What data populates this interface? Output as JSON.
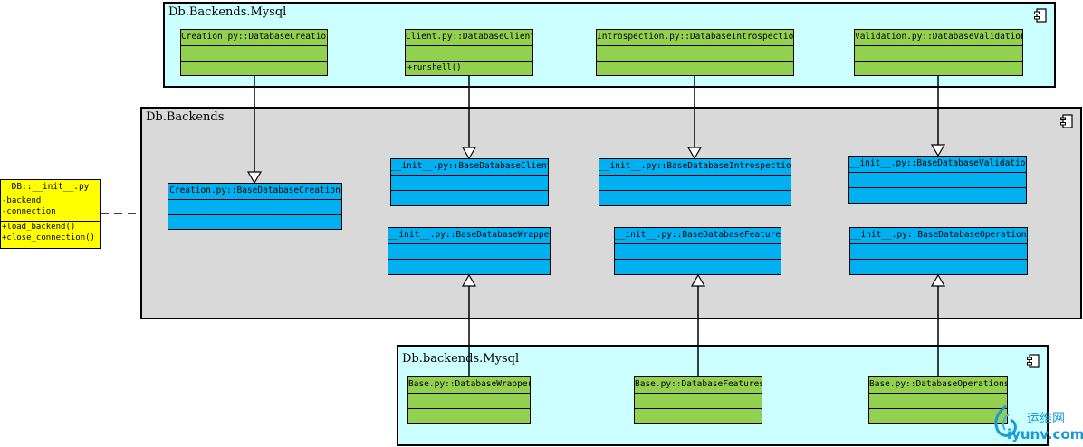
{
  "packages": {
    "top": {
      "title": "Db.Backends.Mysql"
    },
    "middle": {
      "title": "Db.Backends"
    },
    "bottom": {
      "title": "Db.backends.Mysql"
    }
  },
  "classes": {
    "creation": {
      "name": "Creation.py::DatabaseCreation"
    },
    "client": {
      "name": "Client.py::DatabaseClient",
      "method": "+runshell()"
    },
    "introspection": {
      "name": "Introspection.py::DatabaseIntrospection"
    },
    "validation": {
      "name": "Validation.py::DatabaseValidation"
    },
    "base_creation": {
      "name": "Creation.py::BaseDatabaseCreation"
    },
    "base_client": {
      "name": "__init__.py::BaseDatabaseClient"
    },
    "base_introspection": {
      "name": "__init__.py::BaseDatabaseIntrospection"
    },
    "base_validation": {
      "name": "__init__.py::BaseDatabaseValidation"
    },
    "base_wrapper": {
      "name": "__init__.py::BaseDatabaseWrapper"
    },
    "base_features": {
      "name": "__init__.py::BaseDatabaseFeatures"
    },
    "base_operations": {
      "name": "__init__.py::BaseDatabaseOperations"
    },
    "wrapper": {
      "name": "Base.py::DatabaseWrapper"
    },
    "features": {
      "name": "Base.py::DatabaseFeatures"
    },
    "operations": {
      "name": "Base.py::DatabaseOperations"
    },
    "db_init": {
      "name": "DB::__init__.py",
      "attributes": [
        "-backend",
        "-connection"
      ],
      "methods": [
        "+load_backend()",
        "+close_connection()"
      ]
    }
  },
  "watermark": {
    "line1": "运维网",
    "line2": "iyunv.com"
  },
  "colors": {
    "top_pkg": "#ccffff",
    "mid_pkg": "#d9d9d9",
    "green": "#92d050",
    "blue": "#00b0f0",
    "yellow": "#ffff00"
  }
}
